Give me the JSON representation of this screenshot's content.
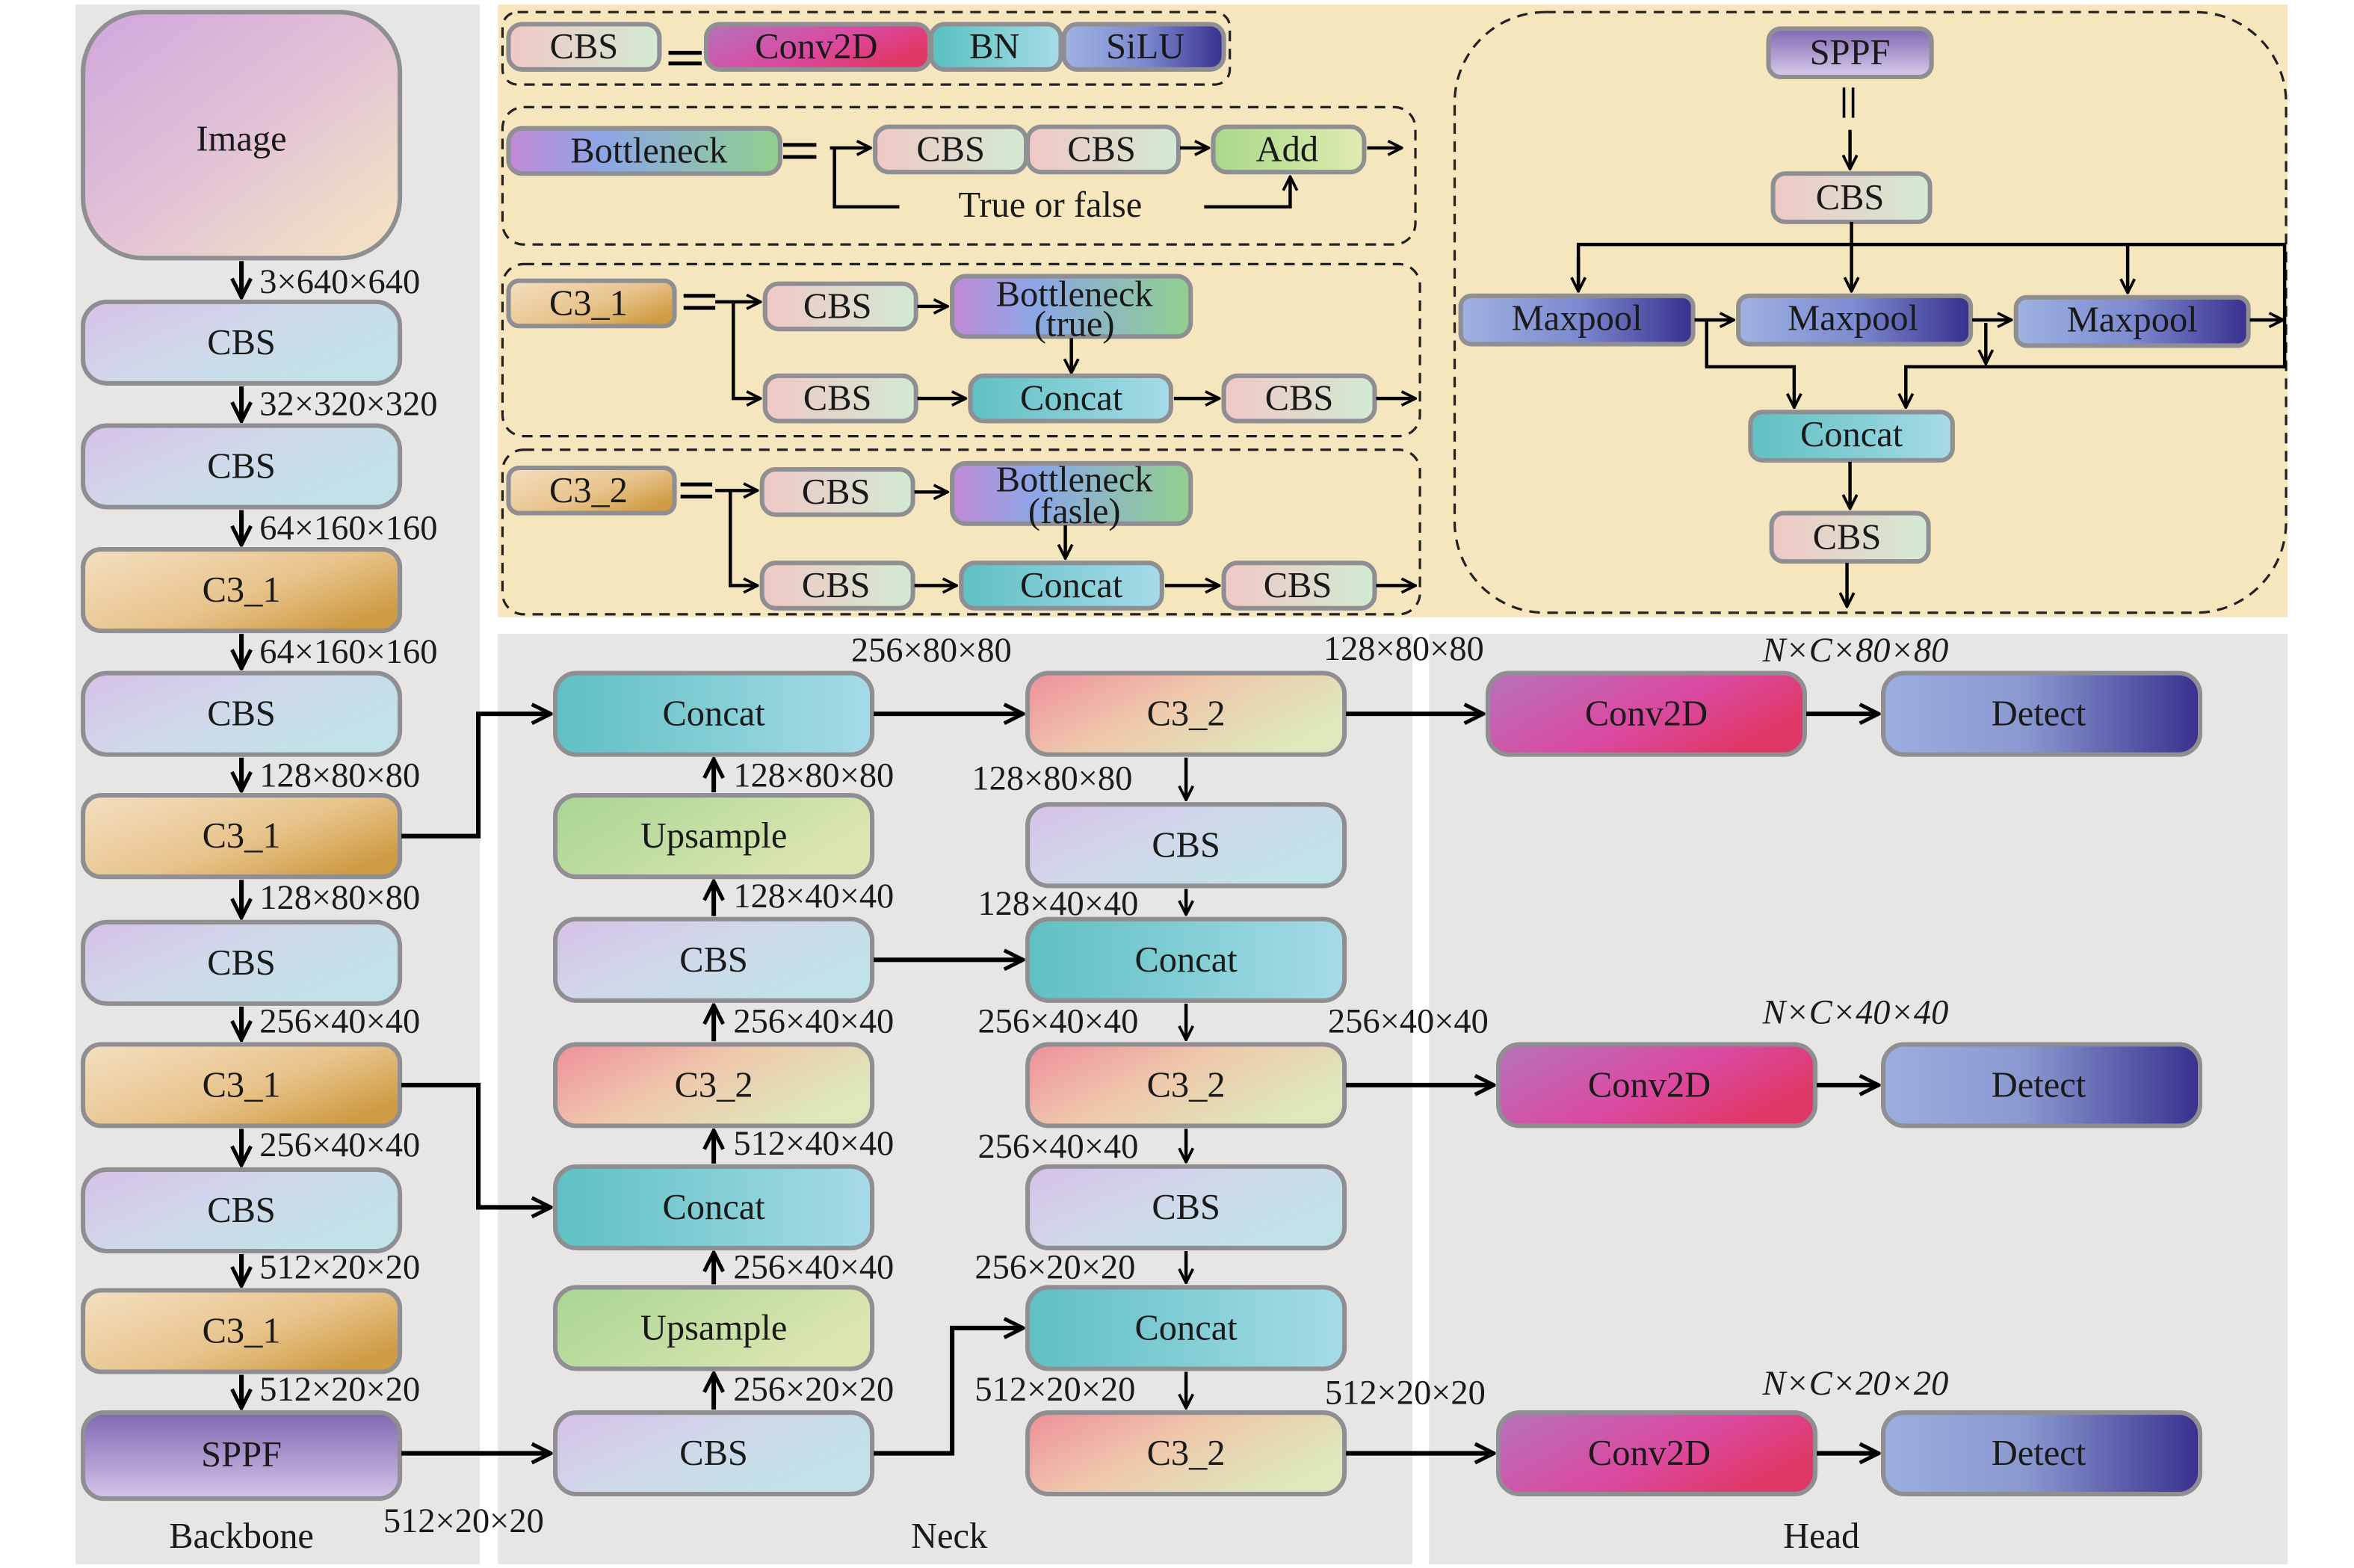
{
  "colors": {
    "panel_gray": "#e8e6e5",
    "legend_bg": "#f6e6be",
    "box_border": "#8e8e93"
  },
  "sections": {
    "backbone": "Backbone",
    "neck": "Neck",
    "head": "Head"
  },
  "backbone": {
    "nodes": [
      "Image",
      "CBS",
      "CBS",
      "C3_1",
      "CBS",
      "C3_1",
      "CBS",
      "C3_1",
      "CBS",
      "C3_1",
      "SPPF"
    ],
    "dims": [
      "3×640×640",
      "32×320×320",
      "64×160×160",
      "64×160×160",
      "128×80×80",
      "128×80×80",
      "256×40×40",
      "256×40×40",
      "512×20×20",
      "512×20×20"
    ],
    "sppf_out_dim": "512×20×20"
  },
  "neck": {
    "left_col": [
      "Concat",
      "Upsample",
      "CBS",
      "C3_2",
      "Concat",
      "Upsample",
      "CBS"
    ],
    "left_dims": [
      "128×80×80",
      "128×40×40",
      "256×40×40",
      "512×40×40",
      "256×40×40",
      "256×20×20"
    ],
    "right_col": [
      "C3_2",
      "CBS",
      "Concat",
      "C3_2",
      "CBS",
      "Concat",
      "C3_2"
    ],
    "right_dims": [
      "128×80×80",
      "128×40×40",
      "256×40×40",
      "256×40×40",
      "256×20×20",
      "512×20×20"
    ],
    "top_concat_out_dim": "256×80×80",
    "out_dims": [
      "128×80×80",
      "256×40×40",
      "512×20×20"
    ]
  },
  "head": {
    "rows": [
      {
        "conv": "Conv2D",
        "detect": "Detect",
        "dim": "N×C×80×80"
      },
      {
        "conv": "Conv2D",
        "detect": "Detect",
        "dim": "N×C×40×40"
      },
      {
        "conv": "Conv2D",
        "detect": "Detect",
        "dim": "N×C×20×20"
      }
    ]
  },
  "legend": {
    "cbs_def": {
      "name": "CBS",
      "eq": "=",
      "parts": [
        "Conv2D",
        "BN",
        "SiLU"
      ]
    },
    "bottleneck_def": {
      "name": "Bottleneck",
      "eq": "=",
      "cbs1": "CBS",
      "cbs2": "CBS",
      "add": "Add",
      "shortcut_label": "True or false"
    },
    "c3_1_def": {
      "name": "C3_1",
      "eq": "=",
      "cbs_top": "CBS",
      "bottleneck": "Bottleneck",
      "bottleneck_arg": "(true)",
      "cbs_bottom": "CBS",
      "concat": "Concat",
      "cbs_out": "CBS"
    },
    "c3_2_def": {
      "name": "C3_2",
      "eq": "=",
      "cbs_top": "CBS",
      "bottleneck": "Bottleneck",
      "bottleneck_arg": "(fasle)",
      "cbs_bottom": "CBS",
      "concat": "Concat",
      "cbs_out": "CBS"
    },
    "sppf_def": {
      "name": "SPPF",
      "eq": "||",
      "cbs_in": "CBS",
      "maxpools": [
        "Maxpool",
        "Maxpool",
        "Maxpool"
      ],
      "concat": "Concat",
      "cbs_out": "CBS"
    }
  }
}
